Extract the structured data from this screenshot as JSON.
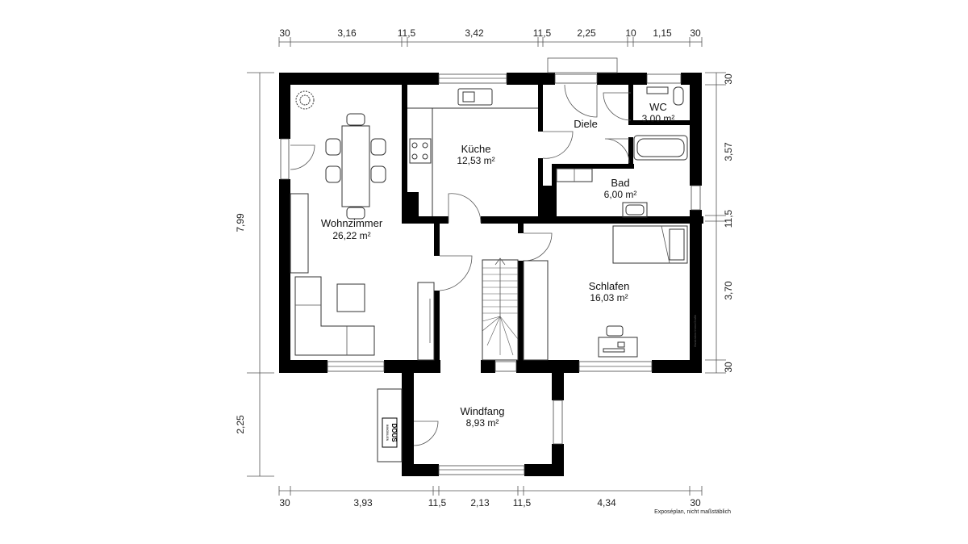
{
  "dimensions": {
    "top": [
      "30",
      "3,16",
      "11,5",
      "3,42",
      "11,5",
      "2,25",
      "10",
      "1,15",
      "30"
    ],
    "bottom": [
      "30",
      "3,93",
      "11,5",
      "2,13",
      "11,5",
      "4,34",
      "30"
    ],
    "right": [
      "30",
      "3,57",
      "11,5",
      "3,70",
      "30"
    ],
    "left": [
      "7,99",
      "2,25"
    ]
  },
  "rooms": [
    {
      "name": "Wohnzimmer",
      "area": "26,22 m²"
    },
    {
      "name": "Küche",
      "area": "12,53 m²"
    },
    {
      "name": "Diele",
      "area": ""
    },
    {
      "name": "WC",
      "area": "3,00 m²"
    },
    {
      "name": "Bad",
      "area": "6,00 m²"
    },
    {
      "name": "Schlafen",
      "area": "16,03 m²"
    },
    {
      "name": "Windfang",
      "area": "8,93 m²"
    }
  ],
  "note": "Exposéplan, nicht maßstäblich",
  "credit": "Illustration:ImmoGrafik",
  "logo": {
    "line1": "DOUS",
    "line2": "IMMOBILIEN"
  }
}
